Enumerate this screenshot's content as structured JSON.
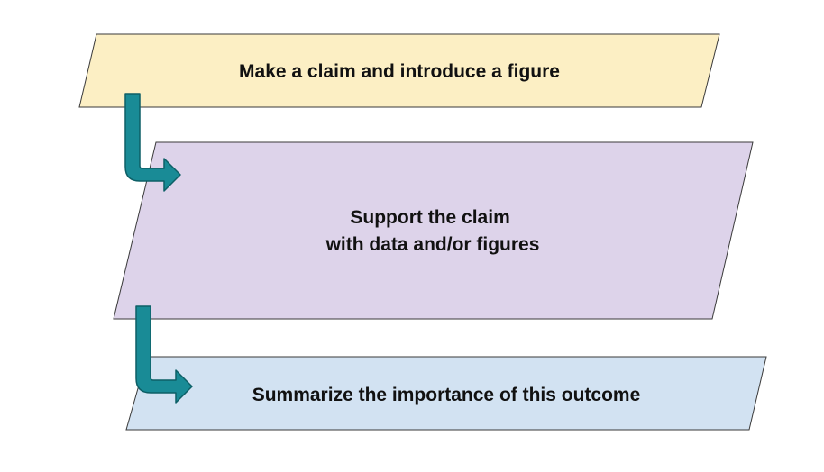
{
  "steps": [
    {
      "lines": [
        "Make a claim and introduce a figure"
      ],
      "fill": "#fcefc4"
    },
    {
      "lines": [
        "Support the claim",
        "with data and/or figures"
      ],
      "fill": "#ddd3ea"
    },
    {
      "lines": [
        "Summarize the importance of this outcome"
      ],
      "fill": "#d2e2f2"
    }
  ],
  "colors": {
    "arrow": "#198b96",
    "arrow_outline": "#0d5f66",
    "shape_border": "#3a3a3a"
  }
}
